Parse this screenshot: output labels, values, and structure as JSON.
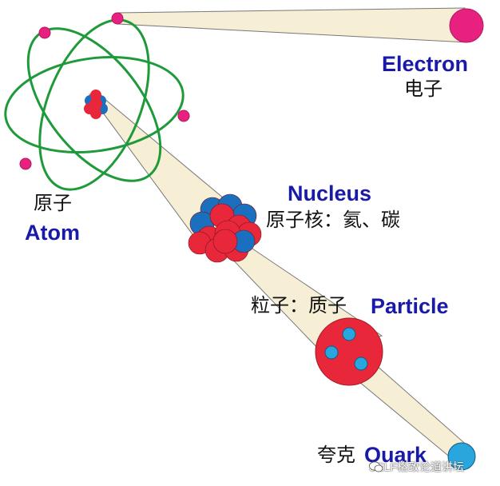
{
  "labels": {
    "electron_en": "Electron",
    "electron_zh": "电子",
    "nucleus_en": "Nucleus",
    "nucleus_zh": "原子核：氦、碳",
    "atom_zh": "原子",
    "atom_en": "Atom",
    "particle_zh": "粒子：质子",
    "particle_en": "Particle",
    "quark_zh": "夸克",
    "quark_en": "Quark"
  },
  "watermark": {
    "text": "SELF格致论道讲坛",
    "icon": "wechat-icon"
  },
  "colors": {
    "orbit": "#1f9a3a",
    "electron": "#e8207f",
    "proton": "#e8283a",
    "neutron": "#1a6fbf",
    "quark": "#2aa6df",
    "beam_fill": "#f6efd6",
    "label_blue": "#1a1aa8"
  }
}
